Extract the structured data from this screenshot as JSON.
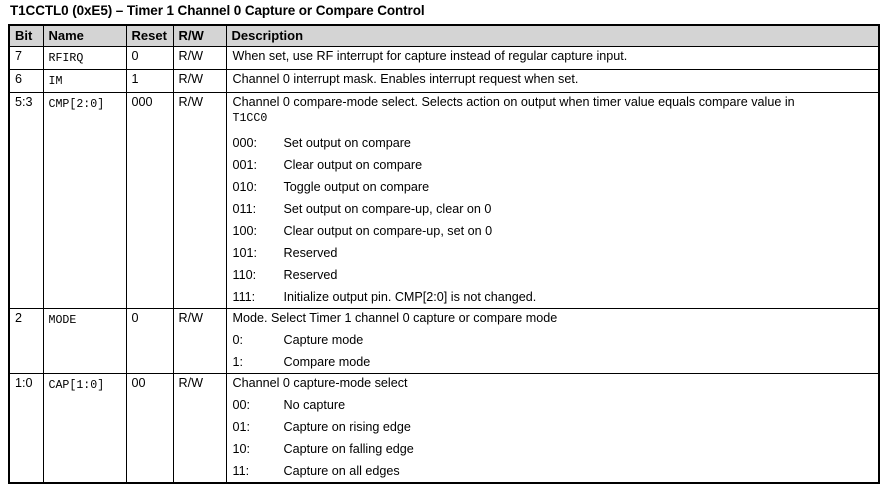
{
  "title": "T1CCTL0 (0xE5) – Timer 1 Channel 0 Capture or Compare Control",
  "table": {
    "headers": {
      "bit": "Bit",
      "name": "Name",
      "reset": "Reset",
      "rw": "R/W",
      "description": "Description"
    },
    "rows": [
      {
        "bit": "7",
        "name": "RFIRQ",
        "reset": "0",
        "rw": "R/W",
        "description": "When set, use RF interrupt for capture instead of regular capture input.",
        "mono_ref": "",
        "options": []
      },
      {
        "bit": "6",
        "name": "IM",
        "reset": "1",
        "rw": "R/W",
        "description": "Channel 0 interrupt mask. Enables interrupt request when set.",
        "mono_ref": "",
        "options": []
      },
      {
        "bit": "5:3",
        "name": "CMP[2:0]",
        "reset": "000",
        "rw": "R/W",
        "description": "Channel 0 compare-mode select. Selects action on output when timer value equals compare value in",
        "mono_ref": "T1CC0",
        "options": [
          {
            "code": "000:",
            "text": "Set output on compare"
          },
          {
            "code": "001:",
            "text": "Clear output on compare"
          },
          {
            "code": "010:",
            "text": "Toggle output on compare"
          },
          {
            "code": "011:",
            "text": "Set output on compare-up, clear on 0"
          },
          {
            "code": "100:",
            "text": "Clear output on compare-up, set on 0"
          },
          {
            "code": "101:",
            "text": "Reserved"
          },
          {
            "code": "110:",
            "text": "Reserved"
          },
          {
            "code": "111:",
            "text": "Initialize output pin. CMP[2:0] is not changed."
          }
        ]
      },
      {
        "bit": "2",
        "name": "MODE",
        "reset": "0",
        "rw": "R/W",
        "description": "Mode. Select Timer 1 channel 0 capture or compare mode",
        "mono_ref": "",
        "options": [
          {
            "code": "0:",
            "text": "Capture mode"
          },
          {
            "code": "1:",
            "text": "Compare mode"
          }
        ]
      },
      {
        "bit": "1:0",
        "name": "CAP[1:0]",
        "reset": "00",
        "rw": "R/W",
        "description": "Channel 0 capture-mode select",
        "mono_ref": "",
        "options": [
          {
            "code": "00:",
            "text": "No capture"
          },
          {
            "code": "01:",
            "text": "Capture on rising edge"
          },
          {
            "code": "10:",
            "text": "Capture on falling edge"
          },
          {
            "code": "11:",
            "text": "Capture on all edges"
          }
        ]
      }
    ]
  }
}
